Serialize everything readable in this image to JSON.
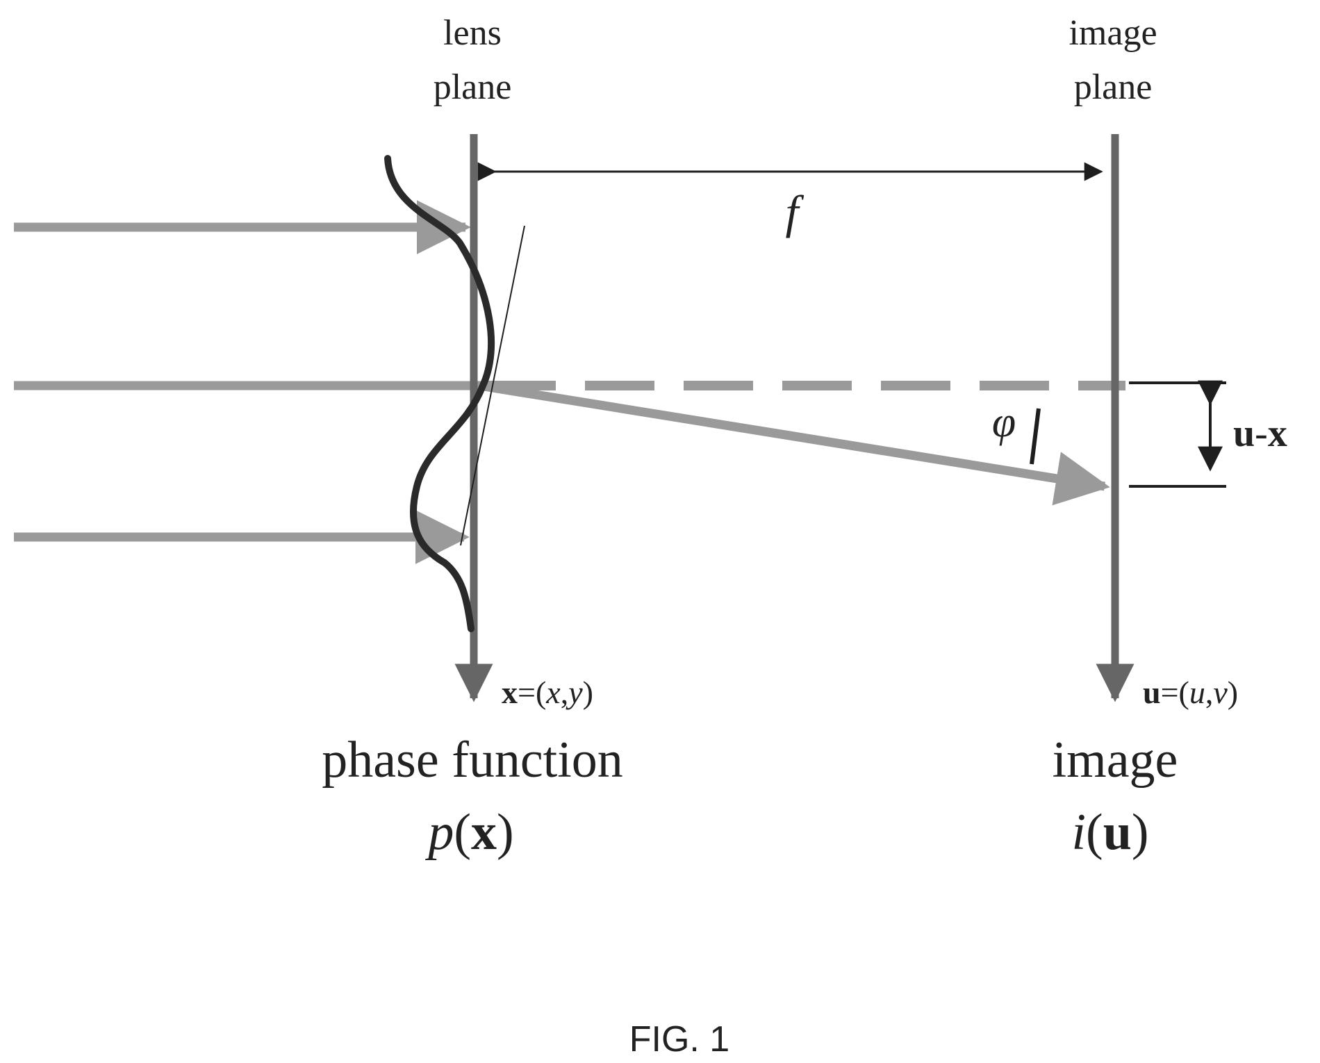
{
  "labels": {
    "lens_plane": [
      "lens",
      "plane"
    ],
    "image_plane": [
      "image",
      "plane"
    ],
    "focal": "f",
    "angle": "φ",
    "offset": {
      "bold1": "u",
      "sep": "-",
      "bold2": "x"
    },
    "lens_coord": {
      "bold": "x",
      "rest_open": "=(",
      "v1": "x",
      "comma": ",",
      "v2": "y",
      "close": ")"
    },
    "image_coord": {
      "bold": "u",
      "rest_open": "=(",
      "v1": "u",
      "comma": ",",
      "v2": "v",
      "close": ")"
    },
    "phase_function": "phase function",
    "phase_formula": {
      "fn": "p",
      "open": "(",
      "arg": "x",
      "close": ")"
    },
    "image": "image",
    "image_formula": {
      "fn": "i",
      "open": "(",
      "arg": "u",
      "close": ")"
    },
    "caption": "FIG. 1"
  },
  "colors": {
    "ray": "#9a9a9a",
    "plane": "#666666",
    "wave": "#2a2a2a",
    "line": "#1e1e1e"
  }
}
